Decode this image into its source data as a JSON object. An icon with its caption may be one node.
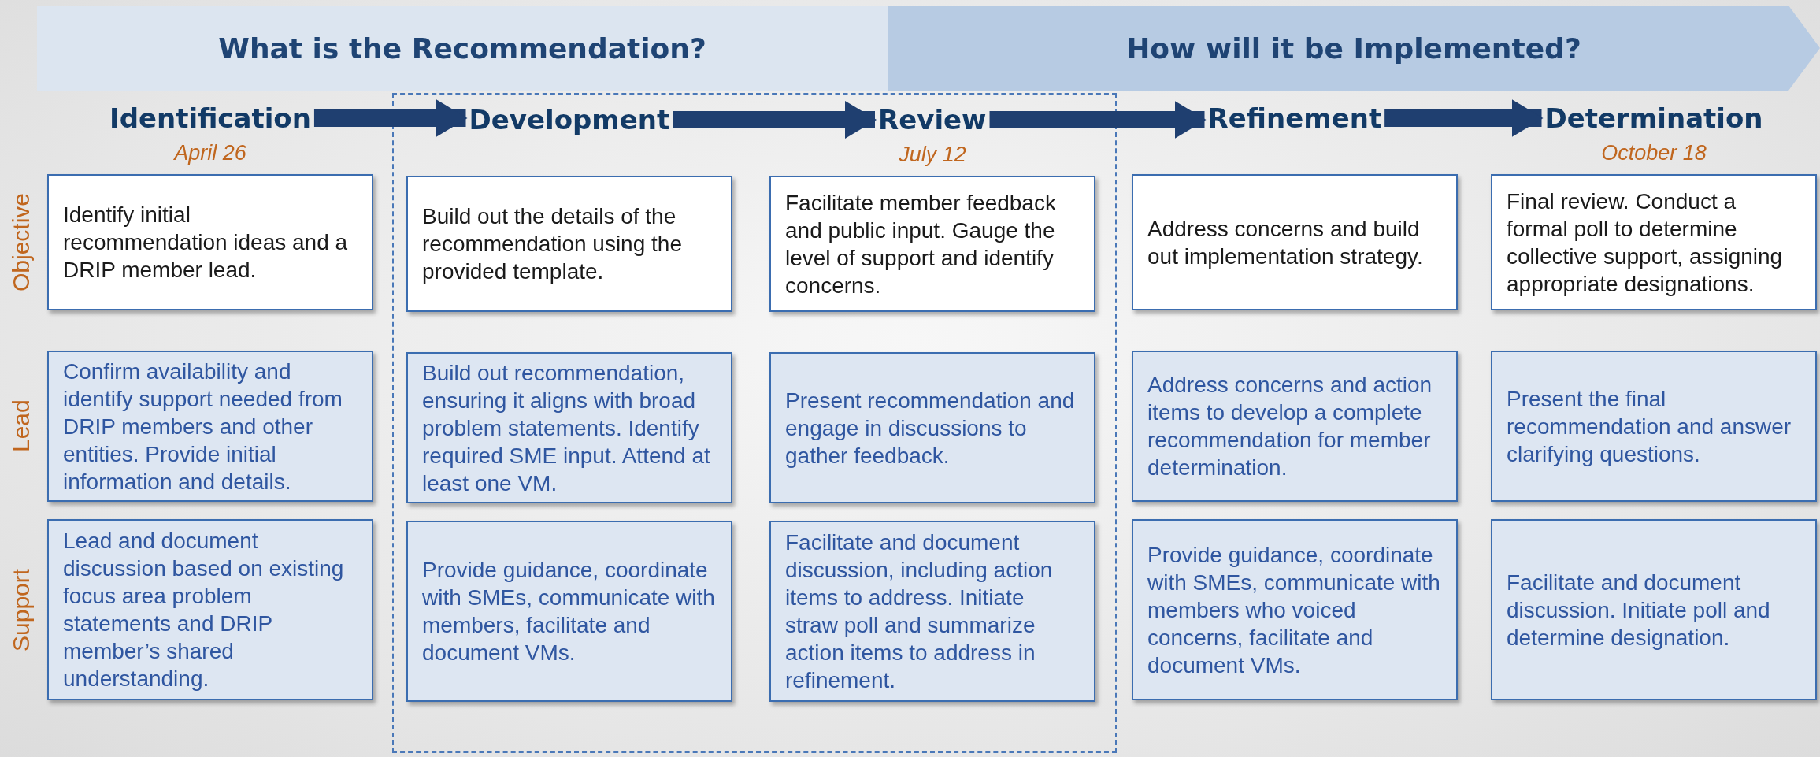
{
  "diagram": {
    "nodes": [
      {
        "text": [
          "What is the Recommendation?"
        ]
      },
      {
        "text": [
          "How will it be Implemented?"
        ]
      },
      {
        "text": [],
        "shape": "box"
      },
      {
        "text": [
          "Identification"
        ],
        "beside": [
          "April 26"
        ]
      },
      {
        "text": [
          "Development"
        ],
        "in": 2
      },
      {
        "text": [
          "Review"
        ],
        "in": 2,
        "beside": [
          "July 12"
        ]
      },
      {
        "text": [
          "Refinement"
        ]
      },
      {
        "text": [
          "Determination"
        ],
        "beside": [
          "October 18"
        ]
      },
      {
        "text": [
          "Identify initial recommendation ideas and a DRIP member lead."
        ]
      },
      {
        "text": [
          "Build out the details of the recommendation using the provided template."
        ],
        "in": 2
      },
      {
        "text": [
          "Facilitate member feedback and public input. Gauge the level of support and identify concerns."
        ],
        "in": 2
      },
      {
        "text": [
          "Address concerns and build out implementation strategy."
        ]
      },
      {
        "text": [
          "Final review. Conduct a formal poll to determine collective support, assigning appropriate designations."
        ]
      },
      {
        "text": [
          "Confirm availability and identify support needed from DRIP members and other entities. Provide initial information and details."
        ]
      },
      {
        "text": [
          "Build out recommendation, ensuring it aligns with broad problem statements. Identify required SME input. Attend at least one VM."
        ],
        "in": 2
      },
      {
        "text": [
          "Present recommendation and engage in discussions to gather feedback."
        ],
        "in": 2
      },
      {
        "text": [
          "Address concerns and action items to develop a complete recommendation for member determination."
        ]
      },
      {
        "text": [
          "Present the final recommendation and answer clarifying questions."
        ]
      },
      {
        "text": [
          "Lead and document discussion based on existing focus area problem statements and DRIP member’s shared understanding."
        ]
      },
      {
        "text": [
          "Provide guidance, coordinate with SMEs, communicate with members, facilitate and document VMs."
        ],
        "in": 2
      },
      {
        "text": [
          "Facilitate and document discussion, including action items to address. Initiate straw poll and summarize action items to address in refinement."
        ],
        "in": 2
      },
      {
        "text": [
          "Provide guidance, coordinate with SMEs, communicate with members who voiced concerns, facilitate and document VMs."
        ]
      },
      {
        "text": [
          "Facilitate and document discussion. Initiate poll and determine designation."
        ]
      }
    ],
    "edges": [
      {
        "from": 3,
        "to": 4,
        "arrow": "to"
      },
      {
        "from": 4,
        "to": 5,
        "arrow": "to"
      },
      {
        "from": 5,
        "to": 6,
        "arrow": "to"
      },
      {
        "from": 6,
        "to": 7,
        "arrow": "to"
      }
    ],
    "labels": [
      "Objective",
      "Lead",
      "Support"
    ]
  }
}
